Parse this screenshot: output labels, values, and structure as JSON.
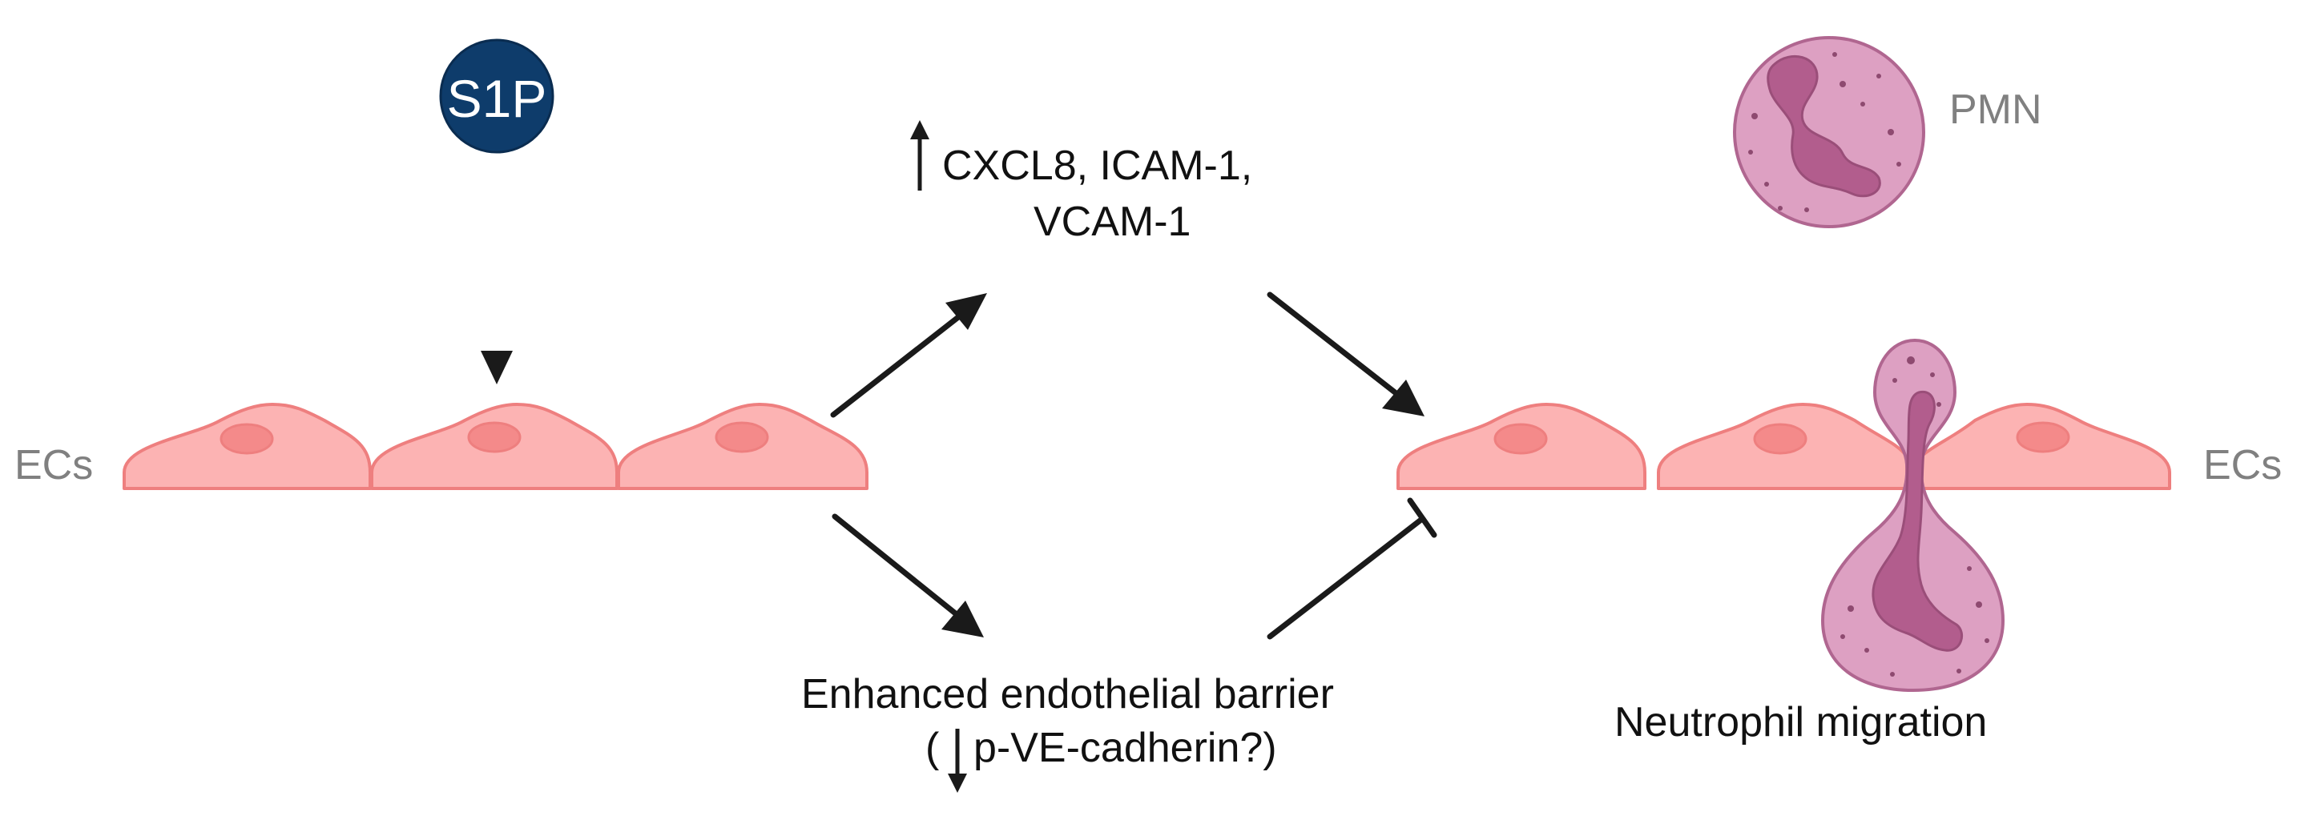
{
  "labels": {
    "s1p": "S1P",
    "ecs_left": "ECs",
    "ecs_right": "ECs",
    "pmn": "PMN",
    "upregulated_line1": "CXCL8, ICAM-1,",
    "upregulated_line2": "VCAM-1",
    "barrier_line1": "Enhanced endothelial barrier",
    "barrier_line2_open": "(",
    "barrier_line2_text": "p-VE-cadherin?)",
    "migration": "Neutrophil migration"
  },
  "colors": {
    "s1p_fill": "#0e3c6b",
    "cell_fill": "#fcb3b3",
    "cell_stroke": "#ee7f7f",
    "nucleus_fill": "#f48a8a",
    "pmn_fill": "#dda0c2",
    "pmn_stroke": "#b06690",
    "pmn_nucleus": "#b25d8d",
    "arrow": "#1a1a1a",
    "gray_text": "#808080"
  },
  "icons": {
    "up_arrow": "up-arrow-icon",
    "down_arrow": "down-arrow-icon",
    "inhibition": "inhibition-bar-icon"
  }
}
